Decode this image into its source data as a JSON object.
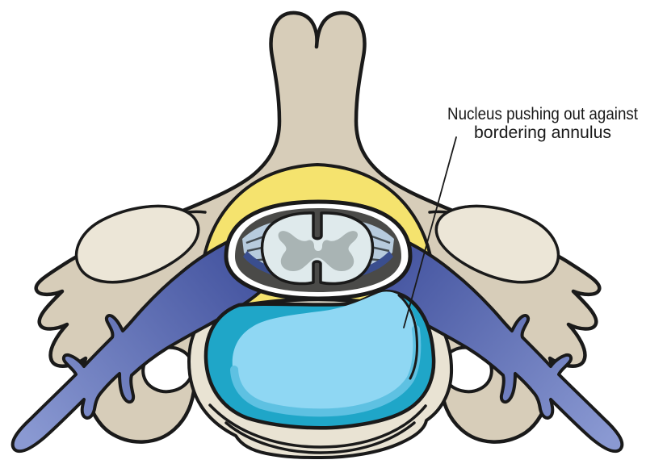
{
  "illustration": {
    "type": "medical-diagram",
    "subject": "cervical vertebra axial cross-section with disc nucleus bulge",
    "label": {
      "line1": "Nucleus pushing out against",
      "line2": "bordering annulus"
    }
  },
  "colors": {
    "background": "#ffffff",
    "outline": "#1a1a1a",
    "bone": "#d7cdb9",
    "bone_light": "#ece6d7",
    "body_bone": "#e9e3d3",
    "ligament_yellow": "#f5e36e",
    "canal_dark": "#4a4a48",
    "white": "#ffffff",
    "rootlet_blue": "#b7cbdd",
    "rootlet_navy": "#3a4e8e",
    "rootlet_line": "#454d52",
    "cord": "#dfeaec",
    "gray_matter": "#a9b4b4",
    "root_dark": "#3f4f9c",
    "root_light": "#8a99d2",
    "annulus_teal": "#1fa6c8",
    "nucleus_blue": "#8fd7f3",
    "nucleus_shade": "#5ec1e2",
    "label_text": "#1a1a1a"
  }
}
